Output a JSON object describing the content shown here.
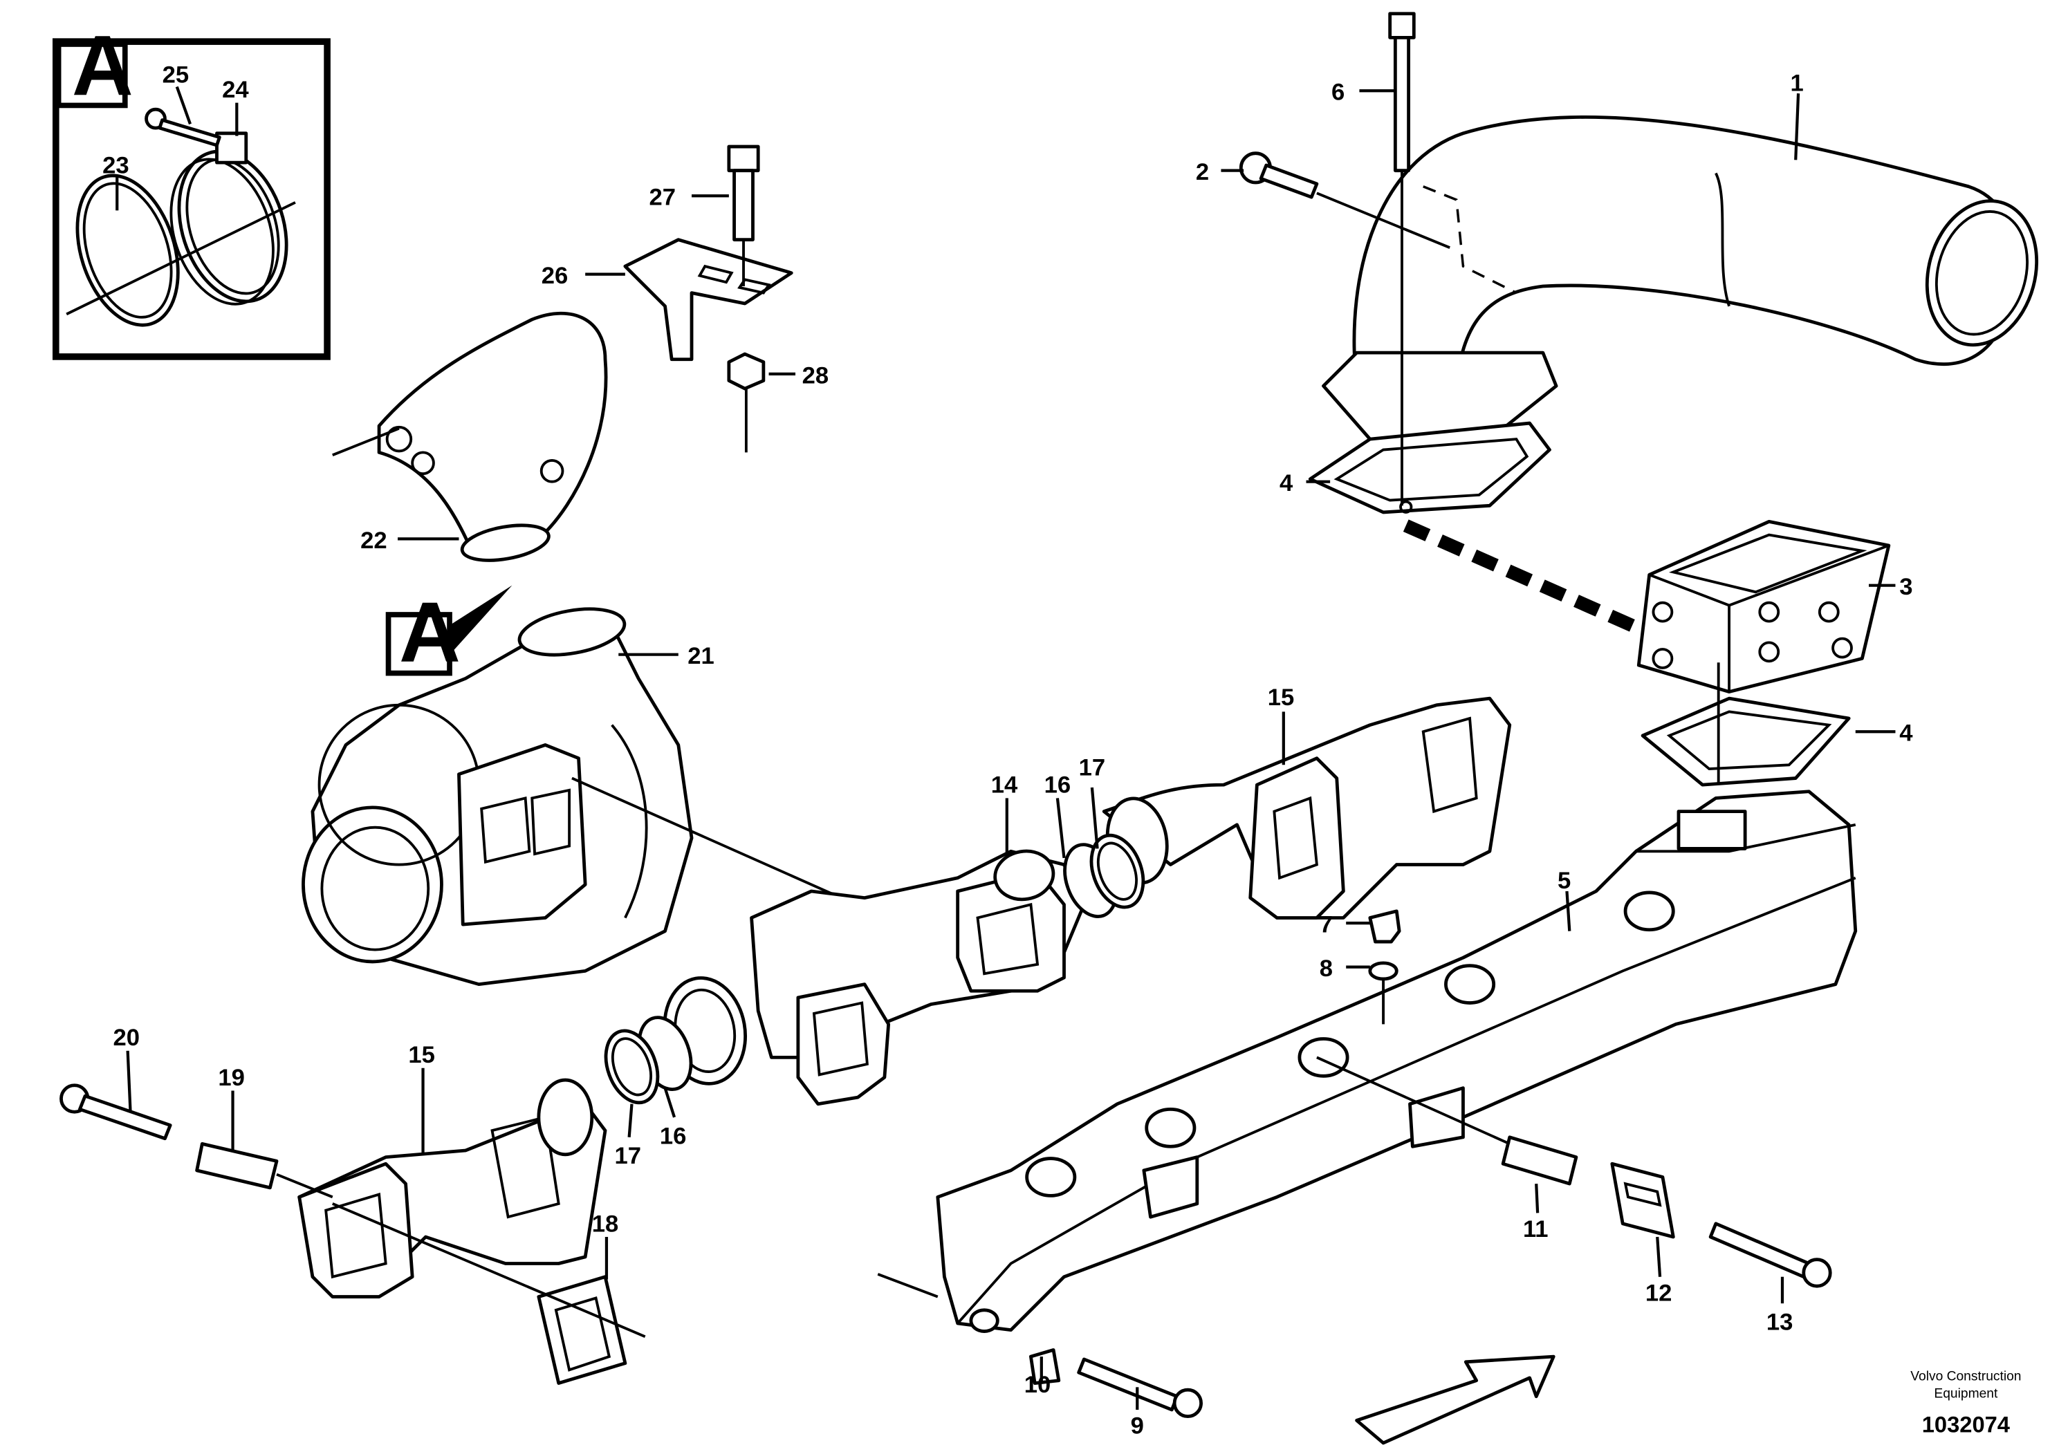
{
  "detail": {
    "letter": "A"
  },
  "parts": [
    {
      "id": "1",
      "label": "1"
    },
    {
      "id": "2",
      "label": "2"
    },
    {
      "id": "3",
      "label": "3"
    },
    {
      "id": "4a",
      "label": "4"
    },
    {
      "id": "4b",
      "label": "4"
    },
    {
      "id": "5",
      "label": "5"
    },
    {
      "id": "6",
      "label": "6"
    },
    {
      "id": "7",
      "label": "7"
    },
    {
      "id": "8",
      "label": "8"
    },
    {
      "id": "9",
      "label": "9"
    },
    {
      "id": "10",
      "label": "10"
    },
    {
      "id": "11",
      "label": "11"
    },
    {
      "id": "12",
      "label": "12"
    },
    {
      "id": "13",
      "label": "13"
    },
    {
      "id": "14",
      "label": "14"
    },
    {
      "id": "15a",
      "label": "15"
    },
    {
      "id": "15b",
      "label": "15"
    },
    {
      "id": "16a",
      "label": "16"
    },
    {
      "id": "16b",
      "label": "16"
    },
    {
      "id": "17a",
      "label": "17"
    },
    {
      "id": "17b",
      "label": "17"
    },
    {
      "id": "18",
      "label": "18"
    },
    {
      "id": "19",
      "label": "19"
    },
    {
      "id": "20",
      "label": "20"
    },
    {
      "id": "21",
      "label": "21"
    },
    {
      "id": "22",
      "label": "22"
    },
    {
      "id": "23",
      "label": "23"
    },
    {
      "id": "24",
      "label": "24"
    },
    {
      "id": "25",
      "label": "25"
    },
    {
      "id": "26",
      "label": "26"
    },
    {
      "id": "27",
      "label": "27"
    },
    {
      "id": "28",
      "label": "28"
    }
  ],
  "credit": {
    "line1": "Volvo Construction",
    "line2": "Equipment"
  },
  "document_number": "1032074"
}
